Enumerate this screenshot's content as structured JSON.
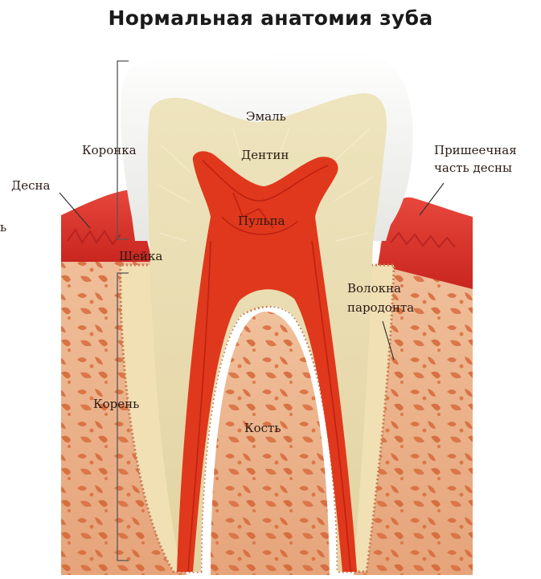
{
  "title": "Нормальная анатомия зуба",
  "labels": {
    "enamel": "Эмаль",
    "crown": "Коронка",
    "dentin": "Дентин",
    "gum": "Десна",
    "pulp": "Пульпа",
    "neck": "Шейка",
    "gingival_margin": "Пришеечная",
    "gingival_margin_2": "часть десны",
    "periodontal_fibers": "Волокна",
    "periodontal_fibers_2": "пародонта",
    "root": "Корень",
    "bone": "Кость",
    "cut_left_1": "ь",
    "cut_left_2": ""
  },
  "colors": {
    "enamel": "#f4f4f2",
    "dentin": "#e9dcb0",
    "pulp": "#e23a1e",
    "gum": "#d8302a",
    "bone": "#e9b48c",
    "bone_pores": "#d86a3c",
    "ligament": "#f2e3b8"
  }
}
